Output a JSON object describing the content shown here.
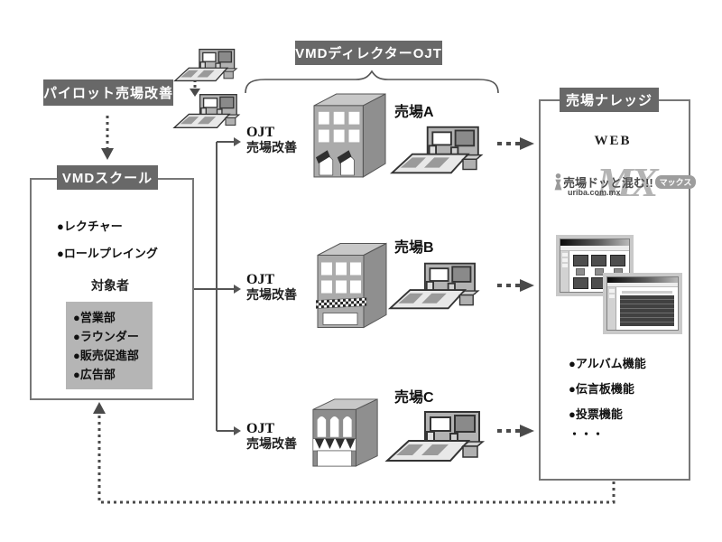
{
  "colors": {
    "label_bg": "#686868",
    "line": "#555555",
    "building_front": "#ababab",
    "building_side": "#8f8f8f",
    "building_top": "#c8c8c8"
  },
  "pilot": {
    "label": "パイロット売場改善"
  },
  "ojt_header": {
    "label": "VMDディレクターOJT"
  },
  "school": {
    "title": "VMDスクール",
    "items": [
      "●レクチャー",
      "●ロールプレイング"
    ],
    "target": {
      "label": "対象者",
      "items": [
        "●営業部",
        "●ラウンダー",
        "●販売促進部",
        "●広告部"
      ]
    }
  },
  "rows": [
    {
      "ojt_line1": "OJT",
      "ojt_line2": "売場改善",
      "store": "売場A"
    },
    {
      "ojt_line1": "OJT",
      "ojt_line2": "売場改善",
      "store": "売場B"
    },
    {
      "ojt_line1": "OJT",
      "ojt_line2": "売場改善",
      "store": "売場C"
    }
  ],
  "knowledge": {
    "title": "売場ナレッジ",
    "web_label": "WEB",
    "logo": {
      "mx": "MX",
      "main": "売場ドッと混む!!",
      "max": "マックス",
      "domain": "uriba.com.mx"
    },
    "features": [
      "●アルバム機能",
      "●伝言板機能",
      "●投票機能",
      "・・・"
    ]
  }
}
